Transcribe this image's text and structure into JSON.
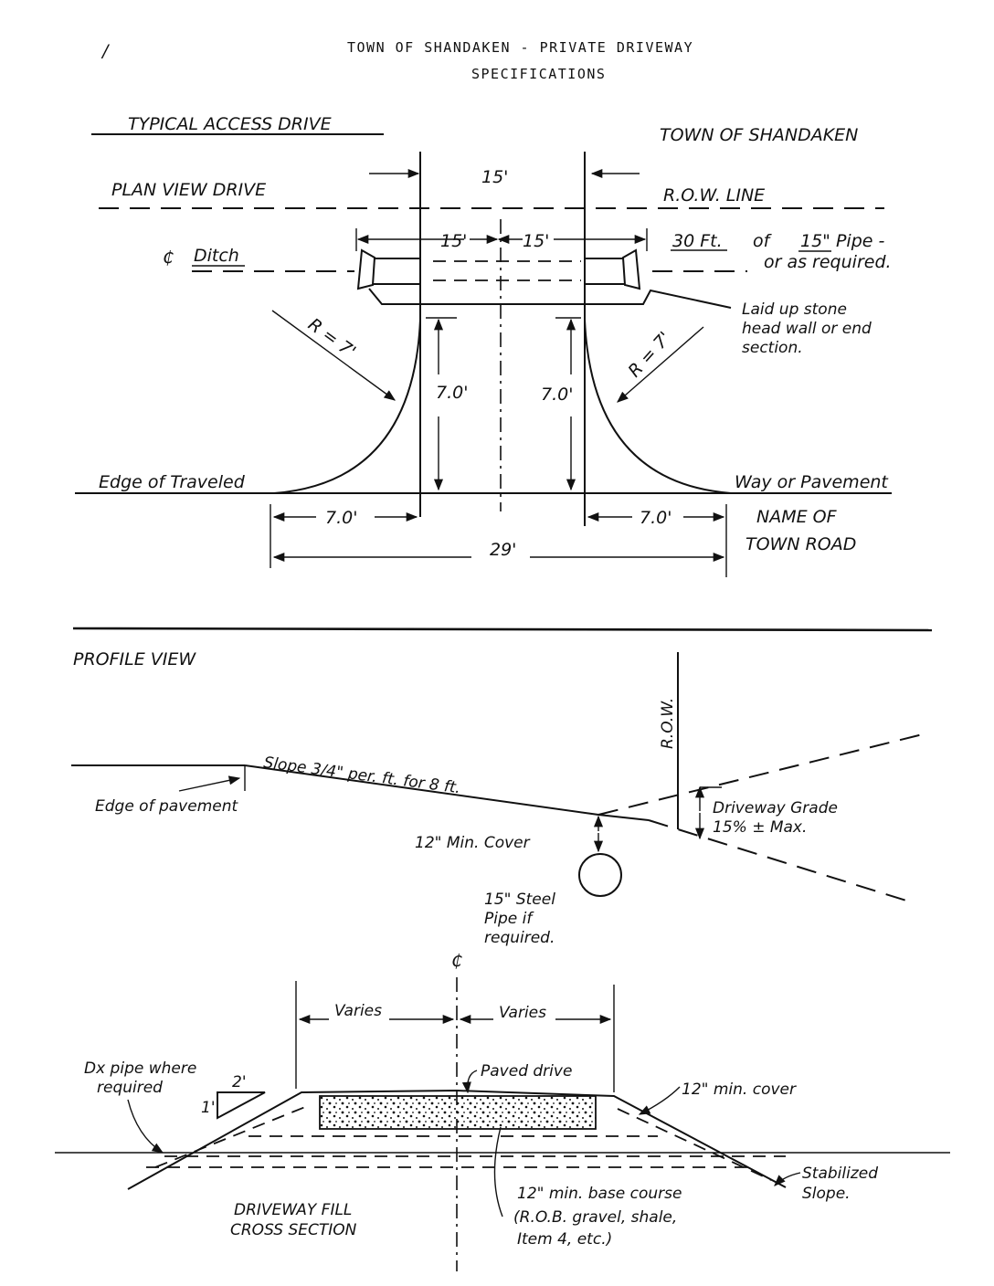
{
  "header": {
    "line1": "TOWN OF SHANDAKEN - PRIVATE DRIVEWAY",
    "line2": "SPECIFICATIONS",
    "corner_mark": "/"
  },
  "plan": {
    "section_title": "TYPICAL ACCESS DRIVE",
    "town_label": "TOWN OF SHANDAKEN",
    "view_label": "PLAN VIEW DRIVE",
    "row_line": "R.O.W. LINE",
    "dim_top": "15'",
    "dim_left_half": "15'",
    "dim_right_half": "15'",
    "ditch": "Ditch",
    "cl_symbol": "₵",
    "pipe_length": "30 Ft.",
    "pipe_of": "of",
    "pipe_size": "15\" Pipe -",
    "pipe_alt": "or as required.",
    "headwall_1": "Laid up stone",
    "headwall_2": "head wall or end",
    "headwall_3": "section.",
    "radius_left": "R = 7'",
    "radius_right": "R = 7'",
    "height_left": "7.0'",
    "height_right": "7.0'",
    "edge_left": "Edge of Traveled",
    "edge_right": "Way or Pavement",
    "offset_left": "7.0'",
    "offset_right": "7.0'",
    "overall": "29'",
    "road_1": "NAME OF",
    "road_2": "TOWN ROAD"
  },
  "profile": {
    "title": "PROFILE VIEW",
    "row": "R.O.W.",
    "slope": "Slope 3/4\" per. ft. for 8 ft.",
    "edge": "Edge of pavement",
    "cover": "12\" Min. Cover",
    "grade_1": "Driveway Grade",
    "grade_2": "15% ± Max.",
    "pipe_1": "15\" Steel",
    "pipe_2": "Pipe if",
    "pipe_3": "required."
  },
  "cross_section": {
    "cl_symbol": "₵",
    "varies_left": "Varies",
    "varies_right": "Varies",
    "dx_1": "Dx pipe where",
    "dx_2": "required",
    "slope_run": "2'",
    "slope_rise": "1'",
    "paved": "Paved drive",
    "cover": "12\" min. cover",
    "stab_1": "Stabilized",
    "stab_2": "Slope.",
    "base_1": "12\" min. base course",
    "base_2": "(R.O.B. gravel, shale,",
    "base_3": "Item 4, etc.)",
    "title_1": "DRIVEWAY FILL",
    "title_2": "CROSS SECTION"
  }
}
